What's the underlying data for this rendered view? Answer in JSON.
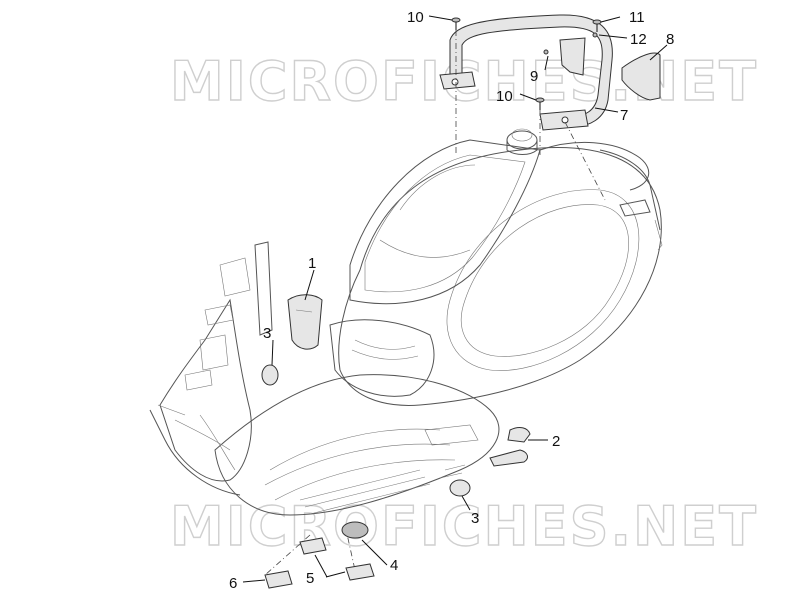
{
  "watermark": {
    "top": "MICROFICHES.NET",
    "bottom": "MICROFICHES.NET"
  },
  "callouts": {
    "c1": "1",
    "c2": "2",
    "c3a": "3",
    "c3b": "3",
    "c4": "4",
    "c5": "5",
    "c6": "6",
    "c7": "7",
    "c8": "8",
    "c9": "9",
    "c10a": "10",
    "c10b": "10",
    "c11": "11",
    "c12": "12"
  }
}
